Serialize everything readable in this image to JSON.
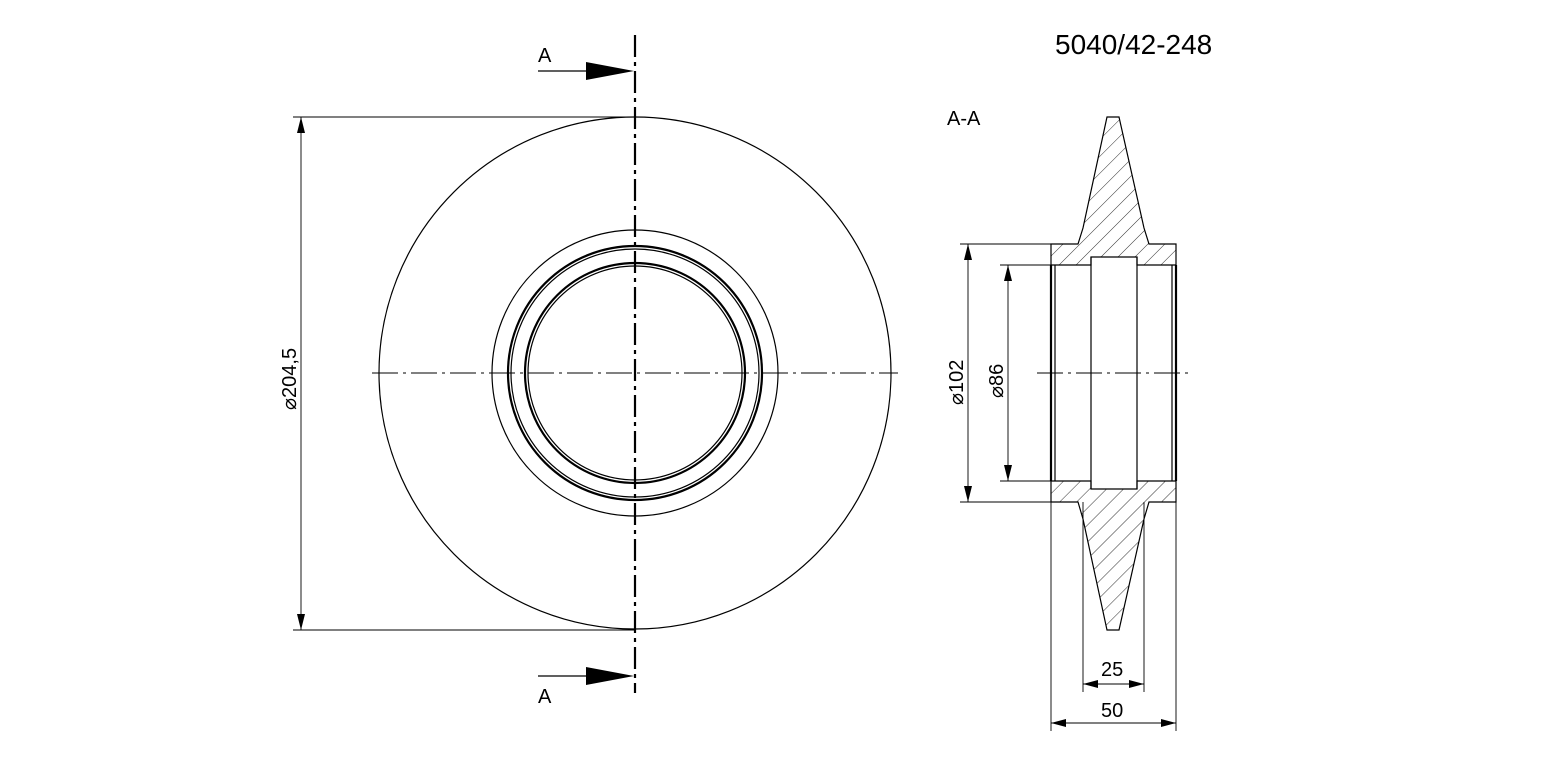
{
  "drawing": {
    "part_number": "5040/42-248",
    "section_marker": "A",
    "section_label": "A-A",
    "dimensions": {
      "outer_diameter": {
        "symbol": "⌀",
        "value": "204,5"
      },
      "bore_outer_diameter": {
        "symbol": "⌀",
        "value": "102"
      },
      "bore_inner_diameter": {
        "symbol": "⌀",
        "value": "86"
      },
      "hub_width": "25",
      "total_width": "50"
    }
  }
}
